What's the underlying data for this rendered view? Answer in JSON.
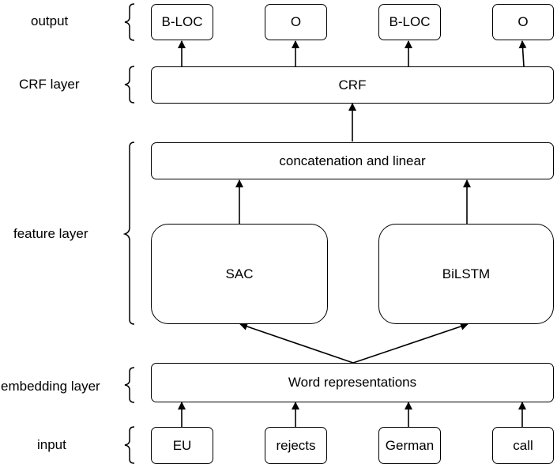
{
  "layers": {
    "output": "output",
    "crf": "CRF layer",
    "feature": "feature layer",
    "embedding": "embedding layer",
    "input": "input"
  },
  "outputs": [
    "B-LOC",
    "O",
    "B-LOC",
    "O"
  ],
  "crf": "CRF",
  "concat": "concatenation and linear",
  "sac": "SAC",
  "bilstm": "BiLSTM",
  "embedding": "Word representations",
  "inputs": [
    "EU",
    "rejects",
    "German",
    "call"
  ]
}
